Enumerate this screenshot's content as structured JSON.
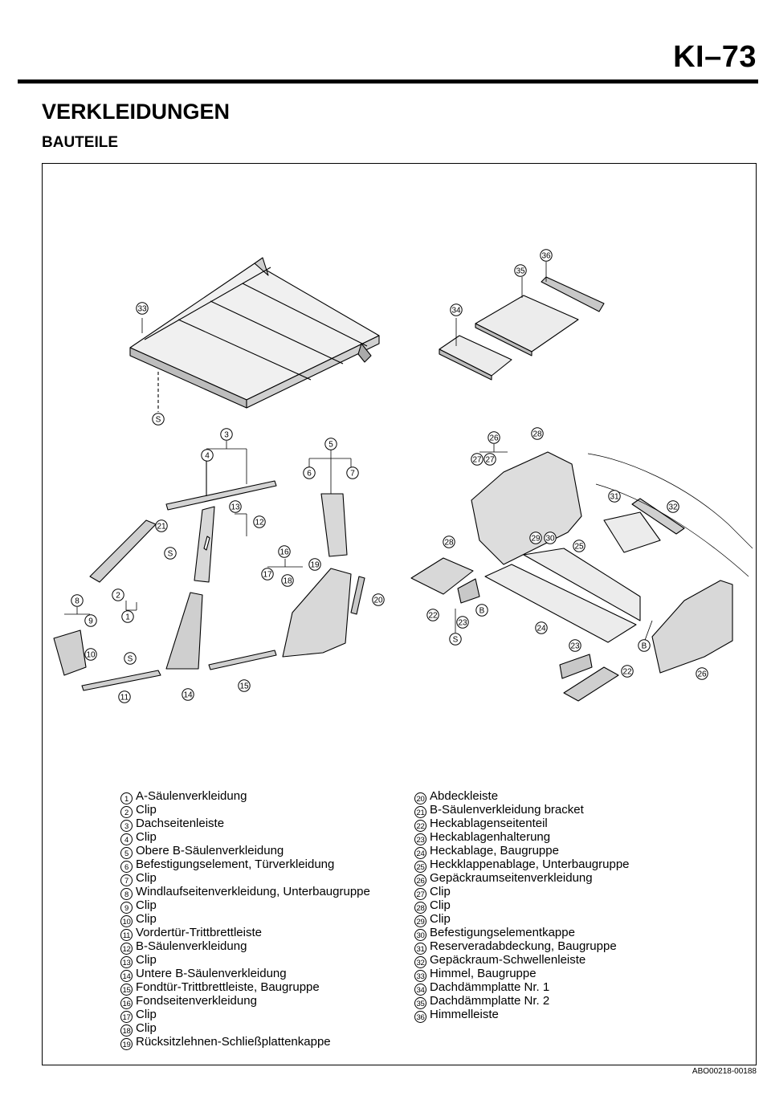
{
  "header": {
    "page_code": "KI–73"
  },
  "title": "VERKLEIDUNGEN",
  "subtitle": "BAUTEILE",
  "figure_code": "ABO00218-00188",
  "callouts": [
    "1",
    "2",
    "3",
    "4",
    "5",
    "6",
    "7",
    "8",
    "9",
    "10",
    "11",
    "12",
    "13",
    "14",
    "15",
    "16",
    "17",
    "18",
    "19",
    "20",
    "21",
    "22",
    "23",
    "24",
    "25",
    "26",
    "27",
    "28",
    "29",
    "30",
    "31",
    "32",
    "33",
    "34",
    "35",
    "36"
  ],
  "letters": {
    "s": "S",
    "b": "B"
  },
  "legend_left": [
    {
      "num": "1",
      "label": "A-Säulenverkleidung"
    },
    {
      "num": "2",
      "label": "Clip"
    },
    {
      "num": "3",
      "label": "Dachseitenleiste"
    },
    {
      "num": "4",
      "label": "Clip"
    },
    {
      "num": "5",
      "label": "Obere B-Säulenverkleidung"
    },
    {
      "num": "6",
      "label": "Befestigungselement, Türverkleidung"
    },
    {
      "num": "7",
      "label": "Clip"
    },
    {
      "num": "8",
      "label": "Windlaufseitenverkleidung, Unterbaugruppe"
    },
    {
      "num": "9",
      "label": "Clip"
    },
    {
      "num": "10",
      "label": "Clip"
    },
    {
      "num": "11",
      "label": "Vordertür-Trittbrettleiste"
    },
    {
      "num": "12",
      "label": "B-Säulenverkleidung"
    },
    {
      "num": "13",
      "label": "Clip"
    },
    {
      "num": "14",
      "label": "Untere B-Säulenverkleidung"
    },
    {
      "num": "15",
      "label": "Fondtür-Trittbrettleiste, Baugruppe"
    },
    {
      "num": "16",
      "label": "Fondseitenverkleidung"
    },
    {
      "num": "17",
      "label": "Clip"
    },
    {
      "num": "18",
      "label": "Clip"
    },
    {
      "num": "19",
      "label": "Rücksitzlehnen-Schließplattenkappe"
    }
  ],
  "legend_right": [
    {
      "num": "20",
      "label": "Abdeckleiste"
    },
    {
      "num": "21",
      "label": "B-Säulenverkleidung bracket"
    },
    {
      "num": "22",
      "label": "Heckablagenseitenteil"
    },
    {
      "num": "23",
      "label": "Heckablagenhalterung"
    },
    {
      "num": "24",
      "label": "Heckablage, Baugruppe"
    },
    {
      "num": "25",
      "label": "Heckklappenablage, Unterbaugruppe"
    },
    {
      "num": "26",
      "label": "Gepäckraumseitenverkleidung"
    },
    {
      "num": "27",
      "label": "Clip"
    },
    {
      "num": "28",
      "label": "Clip"
    },
    {
      "num": "29",
      "label": "Clip"
    },
    {
      "num": "30",
      "label": "Befestigungselementkappe"
    },
    {
      "num": "31",
      "label": "Reserveradabdeckung, Baugruppe"
    },
    {
      "num": "32",
      "label": "Gepäckraum-Schwellenleiste"
    },
    {
      "num": "33",
      "label": "Himmel, Baugruppe"
    },
    {
      "num": "34",
      "label": "Dachdämmplatte Nr. 1"
    },
    {
      "num": "35",
      "label": "Dachdämmplatte Nr. 2"
    },
    {
      "num": "36",
      "label": "Himmelleiste"
    }
  ]
}
